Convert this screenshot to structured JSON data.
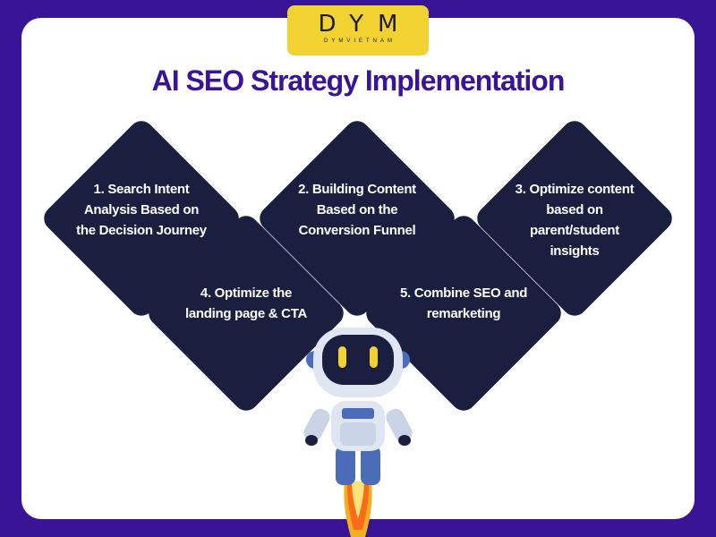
{
  "logo": {
    "main": "DYM",
    "sub": "DYMVIETNAM"
  },
  "title": "AI SEO Strategy Implementation",
  "steps": [
    "1. Search Intent Analysis Based on the Decision Journey",
    "2. Building Content Based on the Conversion Funnel",
    "3. Optimize content based on parent/student insights",
    "4. Optimize the landing page & CTA",
    "5. Combine SEO and remarketing"
  ],
  "colors": {
    "background": "#3a1496",
    "card": "#ffffff",
    "diamond": "#1b1f3f",
    "logo": "#f2d230",
    "title": "#3a1496"
  },
  "icons": {
    "mascot": "robot-rocket-icon"
  }
}
